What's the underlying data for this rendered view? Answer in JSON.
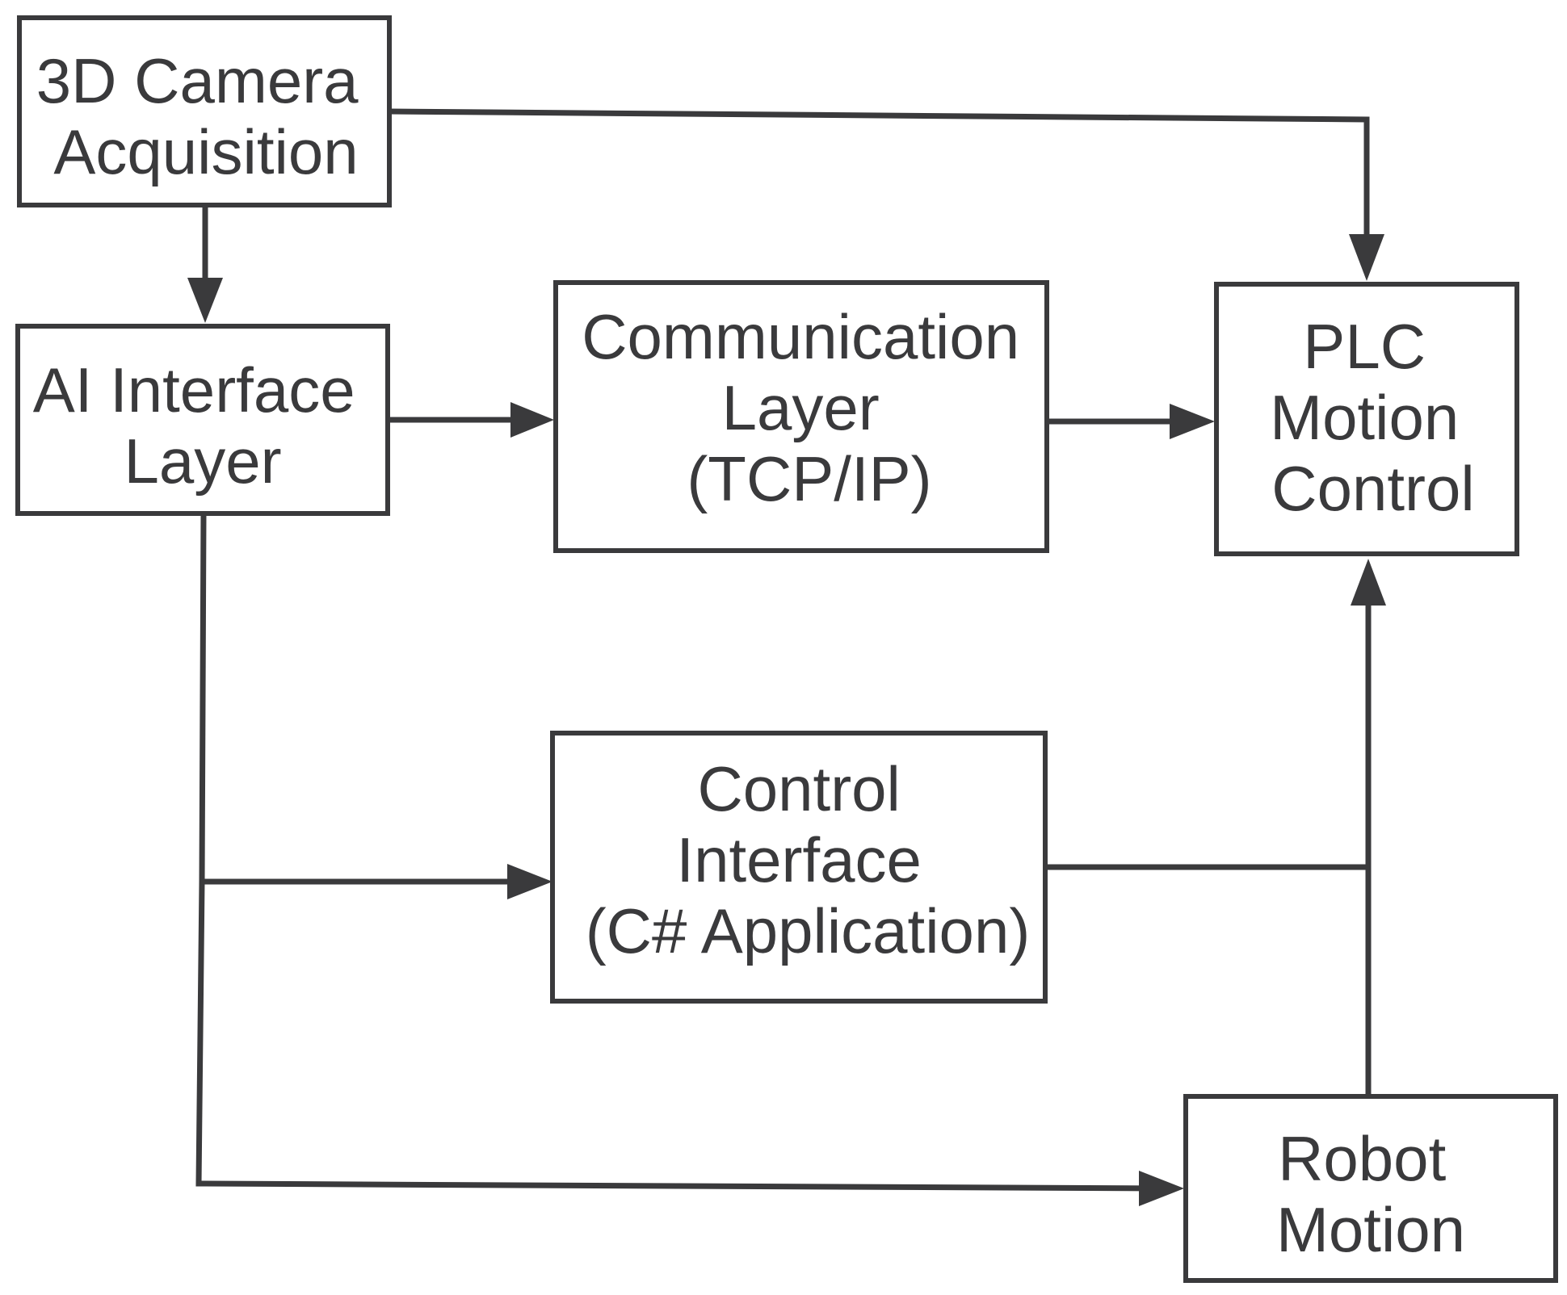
{
  "diagram": {
    "line_color": "#3a3a3c",
    "background": "#ffffff",
    "nodes": {
      "camera": {
        "lines": [
          "3D Camera",
          "Acquisition"
        ]
      },
      "ai": {
        "lines": [
          "AI Interface",
          "Layer"
        ]
      },
      "comm": {
        "lines": [
          "Communication",
          "Layer",
          "(TCP/IP)"
        ]
      },
      "plc": {
        "lines": [
          "PLC",
          "Motion",
          "Control"
        ]
      },
      "control": {
        "lines": [
          "Control",
          "Interface",
          "(C# Application)"
        ]
      },
      "robot": {
        "lines": [
          "Robot",
          "Motion"
        ]
      }
    },
    "edges": [
      {
        "from": "camera",
        "to": "plc"
      },
      {
        "from": "camera",
        "to": "ai"
      },
      {
        "from": "ai",
        "to": "comm"
      },
      {
        "from": "comm",
        "to": "plc"
      },
      {
        "from": "ai",
        "to": "control"
      },
      {
        "from": "ai",
        "to": "robot"
      },
      {
        "from": "control",
        "to": "plc"
      },
      {
        "from": "robot",
        "to": "plc"
      }
    ]
  }
}
